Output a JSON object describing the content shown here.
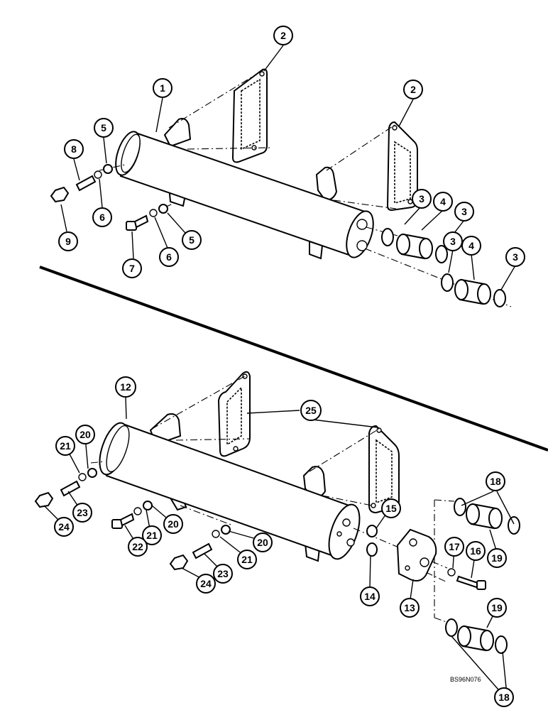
{
  "figure": {
    "reference_code": "BS96N076"
  },
  "upper_assembly": {
    "callouts": [
      "1",
      "2",
      "2",
      "3",
      "3",
      "3",
      "3",
      "4",
      "4",
      "5",
      "5",
      "6",
      "6",
      "7",
      "8",
      "9"
    ]
  },
  "lower_assembly": {
    "callouts": [
      "12",
      "13",
      "14",
      "15",
      "16",
      "17",
      "18",
      "18",
      "19",
      "19",
      "20",
      "20",
      "20",
      "21",
      "21",
      "21",
      "22",
      "23",
      "23",
      "24",
      "24",
      "25"
    ]
  },
  "colors": {
    "ink": "#000000",
    "paper": "#ffffff"
  }
}
